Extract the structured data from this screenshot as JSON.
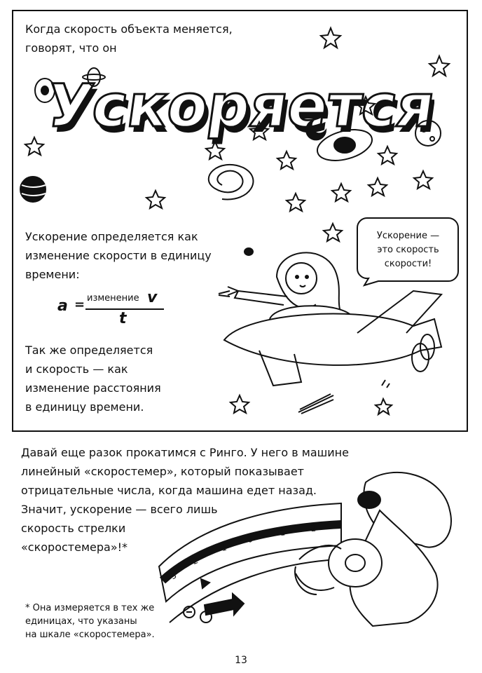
{
  "panel_top": {
    "intro_lines": [
      "Когда скорость объекта меняется,",
      "говорят, что он"
    ],
    "title_word": "Ускоряется",
    "definition_lines": [
      "Ускорение определяется как",
      "изменение скорости в единицу",
      "времени:"
    ],
    "formula": {
      "lhs": "a",
      "equals": "=",
      "numerator_text": "изменение",
      "numerator_symbol": "v",
      "denominator": "t"
    },
    "velocity_lines": [
      "Так же определяется",
      "и скорость — как",
      "изменение расстояния",
      "в единицу времени."
    ],
    "speech_bubble_lines": [
      "Ускорение —",
      "это скорость",
      "скорости!"
    ]
  },
  "lower": {
    "text_lines": [
      "Давай еще разок прокатимся с Ринго. У него в машине",
      "линейный «скоростемер», который показывает",
      "отрицательные числа, когда машина едет назад.",
      "Значит, ускорение — всего лишь",
      "скорость стрелки",
      "«скоростемера»!*"
    ],
    "gauge_labels": [
      "-3",
      "-2",
      "-1",
      "0",
      "1",
      "2"
    ],
    "footnote_lines": [
      "* Она измеряется в тех же",
      "единицах, что указаны",
      "на шкале «скоростемера»."
    ]
  },
  "page_number": "13"
}
